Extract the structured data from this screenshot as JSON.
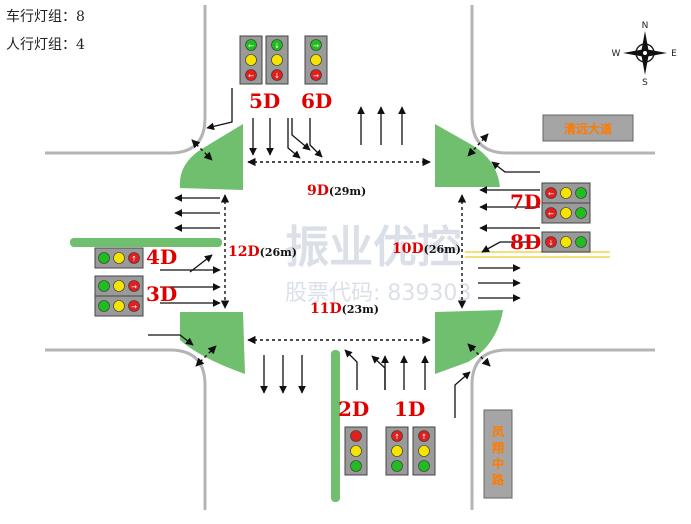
{
  "info": {
    "vehicle_groups": "车行灯组：8",
    "ped_groups": "人行灯组：4"
  },
  "phases": {
    "p1": "1D",
    "p2": "2D",
    "p3": "3D",
    "p4": "4D",
    "p5": "5D",
    "p6": "6D",
    "p7": "7D",
    "p8": "8D",
    "p9": "9D",
    "p10": "10D",
    "p11": "11D",
    "p12": "12D"
  },
  "distances": {
    "d9": "(29m)",
    "d10": "(26m)",
    "d11": "(23m)",
    "d12": "(26m)"
  },
  "compass": {
    "n": "N",
    "s": "S",
    "e": "E",
    "w": "W"
  },
  "roads": {
    "east": "清远大道",
    "south_1": "凤",
    "south_2": "翔",
    "south_3": "中",
    "south_4": "路"
  },
  "watermark": {
    "main": "振业优控",
    "sub": "股票代码: 839303"
  },
  "colors": {
    "road_line": "#b4b4b4",
    "island": "#6fbf6f",
    "phase_text": "#e00000",
    "signal_housing": "#9a9a9a",
    "lamp_red": "#e02020",
    "lamp_yellow": "#f5e400",
    "lamp_green": "#22bb22"
  }
}
